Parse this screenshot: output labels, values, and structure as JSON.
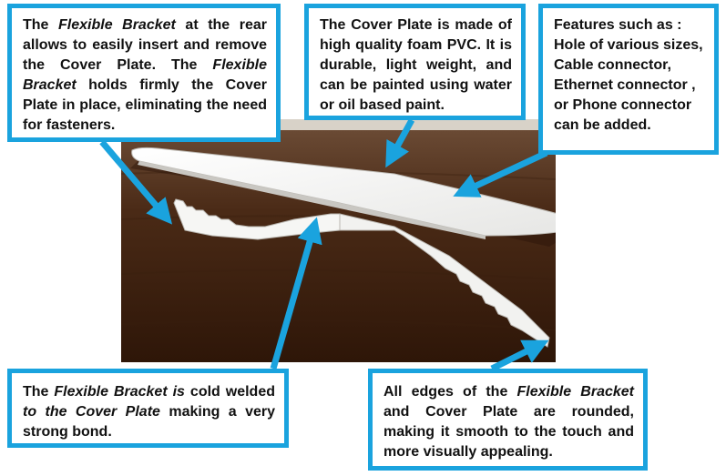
{
  "callouts": {
    "top_left": {
      "text_1": "The ",
      "italic_1": "Flexible Bracket",
      "text_2": " at the rear allows to easily insert and remove the Cover Plate. The ",
      "italic_2": "Flexible Bracket",
      "text_3": " holds firmly the Cover Plate in place, eliminating the need for fasteners."
    },
    "top_middle": {
      "text": "The Cover Plate is made of high quality foam PVC. It is durable, light weight, and can be painted using water or oil based paint."
    },
    "top_right": {
      "heading": "Features such as :",
      "items": [
        "Hole of various sizes,",
        "Cable connector,",
        "Ethernet connector ,",
        "or Phone connector",
        "can be added."
      ]
    },
    "bottom_left": {
      "text_1": "The ",
      "italic_1": "Flexible Bracket is",
      "text_2": " cold welded ",
      "italic_2": "to the Cover Plate",
      "text_3": "  making a very strong bond."
    },
    "bottom_right": {
      "text_1": "All edges of the ",
      "italic_1": "Flexible Bracket",
      "text_2": " and Cover Plate are rounded, making it smooth to the touch and more visually appealing."
    }
  },
  "colors": {
    "callout_border": "#1aa3de",
    "arrow": "#1aa3de",
    "table_wood": "#4a2a16",
    "wall": "#d8d2c8",
    "plate": "#f4f4f2"
  }
}
